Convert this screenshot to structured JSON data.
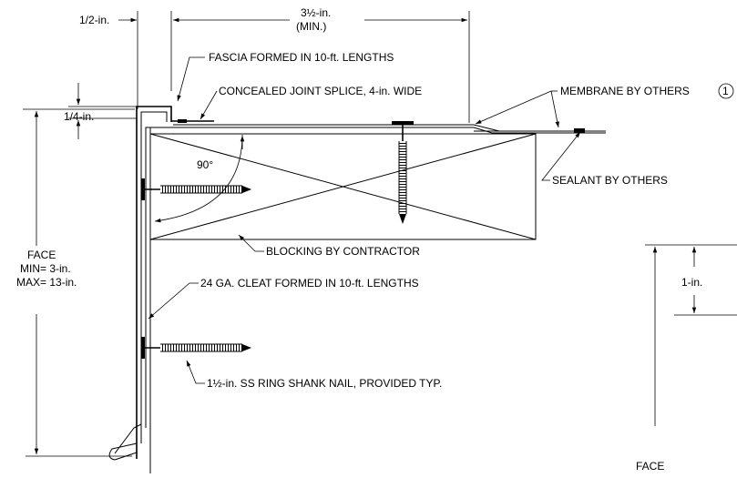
{
  "colors": {
    "line": "#000000",
    "background": "#ffffff"
  },
  "dimensions": {
    "half_in": "1/2-in.",
    "three_half_in": "3½-in.",
    "min_note": "(MIN.)",
    "quarter_in": "1/4-in.",
    "angle": "90°",
    "one_in": "1-in."
  },
  "face": {
    "title": "FACE",
    "min": "MIN= 3-in.",
    "max": "MAX= 13-in.",
    "bottom_title": "FACE"
  },
  "callouts": {
    "fascia": "FASCIA FORMED IN 10-ft. LENGTHS",
    "joint_splice": "CONCEALED JOINT SPLICE, 4-in. WIDE",
    "membrane": "MEMBRANE BY OTHERS",
    "membrane_note": "1",
    "sealant": "SEALANT BY OTHERS",
    "blocking": "BLOCKING BY CONTRACTOR",
    "cleat": "24 GA. CLEAT FORMED IN 10-ft. LENGTHS",
    "nail": "1½-in. SS RING SHANK NAIL, PROVIDED TYP."
  }
}
